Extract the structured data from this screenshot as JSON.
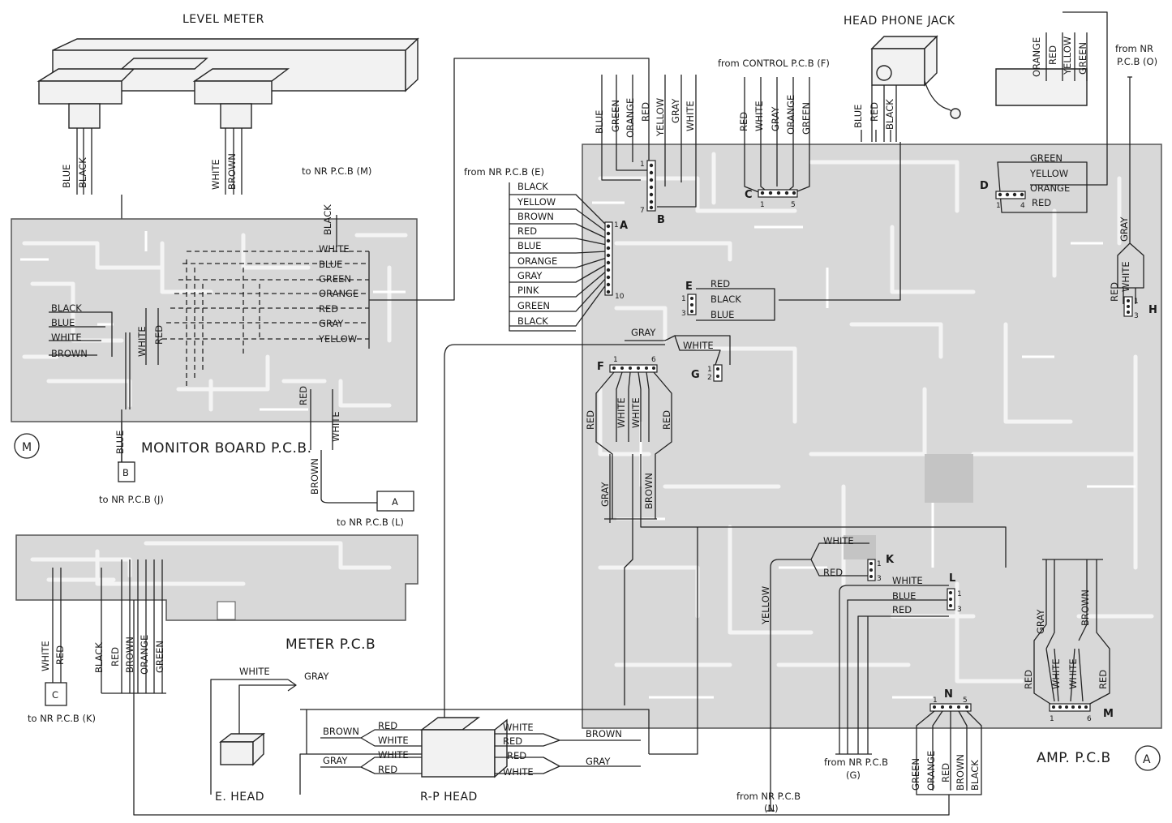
{
  "titles": {
    "level_meter": "LEVEL METER",
    "head_phone_jack": "HEAD PHONE JACK",
    "monitor_board": "MONITOR BOARD P.C.B.",
    "meter_pcb": "METER P.C.B",
    "amp_pcb": "AMP. P.C.B",
    "e_head": "E. HEAD",
    "rp_head": "R-P HEAD"
  },
  "circle_marks": {
    "monitor": "M",
    "amp": "A"
  },
  "refs": {
    "to_nr_m": "to NR P.C.B (M)",
    "to_nr_j": "to NR P.C.B (J)",
    "to_nr_l": "to NR P.C.B (L)",
    "to_nr_k": "to NR P.C.B (K)",
    "from_nr_e": "from NR P.C.B (E)",
    "from_control_f": "from CONTROL P.C.B (F)",
    "from_nr_o_1": "from NR",
    "from_nr_o_2": "P.C.B (O)",
    "from_nr_g_1": "from NR P.C.B",
    "from_nr_g_2": "(G)",
    "from_nr_n_1": "from NR P.C.B",
    "from_nr_n_2": "(N)"
  },
  "boxes": {
    "b": "B",
    "a": "A",
    "c": "C"
  },
  "connectors": {
    "A": {
      "label": "A",
      "pin_first": "1",
      "pin_last": "10"
    },
    "B": {
      "label": "B",
      "pin_first": "1",
      "pin_last": "7"
    },
    "C": {
      "label": "C",
      "pin_first": "1",
      "pin_last": "5"
    },
    "D": {
      "label": "D",
      "pin_first": "1",
      "pin_last": "4"
    },
    "E": {
      "label": "E",
      "pin_first": "1",
      "pin_last": "3"
    },
    "F": {
      "label": "F",
      "pin_first": "1",
      "pin_last": "6"
    },
    "G": {
      "label": "G",
      "pin_first": "1",
      "pin_last": "2"
    },
    "H": {
      "label": "H",
      "pin_first": "1",
      "pin_last": "3"
    },
    "K": {
      "label": "K",
      "pin_first": "1",
      "pin_last": "3"
    },
    "L": {
      "label": "L",
      "pin_first": "1",
      "pin_last": "3"
    },
    "M": {
      "label": "M",
      "pin_first": "1",
      "pin_last": "6"
    },
    "N": {
      "label": "N",
      "pin_first": "1",
      "pin_last": "5"
    }
  },
  "wires": {
    "level_meter": [
      "BLUE",
      "BLACK",
      "WHITE",
      "BROWN"
    ],
    "monitor_to_nr_m": "BLACK",
    "monitor_bundle": [
      "WHITE",
      "BLUE",
      "GREEN",
      "ORANGE",
      "RED",
      "GRAY",
      "YELLOW"
    ],
    "monitor_left": [
      "BLACK",
      "BLUE",
      "WHITE",
      "BROWN"
    ],
    "monitor_mid": [
      "WHITE",
      "RED"
    ],
    "monitor_b": "BLUE",
    "monitor_a_wires": [
      "RED",
      "WHITE"
    ],
    "monitor_a_brown": "BROWN",
    "b_conn": [
      "BLUE",
      "GREEN",
      "ORANGE",
      "RED",
      "YELLOW",
      "GRAY",
      "WHITE"
    ],
    "a_conn": [
      "BLACK",
      "YELLOW",
      "BROWN",
      "RED",
      "BLUE",
      "ORANGE",
      "GRAY",
      "PINK",
      "GREEN",
      "BLACK"
    ],
    "c_conn": [
      "RED",
      "WHITE",
      "GRAY",
      "ORANGE",
      "GREEN"
    ],
    "hp": [
      "BLUE",
      "RED",
      "BLACK"
    ],
    "d_top": [
      "ORANGE",
      "RED",
      "YELLOW",
      "GREEN"
    ],
    "d_conn": [
      "GREEN",
      "YELLOW",
      "ORANGE",
      "RED"
    ],
    "h_conn": [
      "GRAY",
      "RED",
      "WHITE"
    ],
    "e_conn": [
      "RED",
      "BLACK",
      "BLUE"
    ],
    "g_conn": [
      "GRAY",
      "WHITE"
    ],
    "f_conn": [
      "RED",
      "WHITE",
      "WHITE",
      "RED",
      "GRAY",
      "BROWN"
    ],
    "k_conn": [
      "WHITE",
      "RED",
      "YELLOW"
    ],
    "l_conn": [
      "WHITE",
      "BLUE",
      "RED"
    ],
    "m_conn": [
      "GRAY",
      "BROWN",
      "RED",
      "WHITE",
      "WHITE",
      "RED"
    ],
    "n_conn": [
      "GREEN",
      "ORANGE",
      "RED",
      "BROWN",
      "BLACK"
    ],
    "meter_c": [
      "WHITE",
      "RED"
    ],
    "meter_pcb": [
      "BLACK",
      "RED",
      "BROWN",
      "ORANGE",
      "GREEN"
    ],
    "ehead": [
      "WHITE",
      "GRAY"
    ],
    "rp_left": [
      "BROWN",
      "RED",
      "WHITE",
      "GRAY",
      "WHITE",
      "RED"
    ],
    "rp_right": [
      "WHITE",
      "RED",
      "BROWN",
      "RED",
      "WHITE",
      "GRAY"
    ]
  }
}
